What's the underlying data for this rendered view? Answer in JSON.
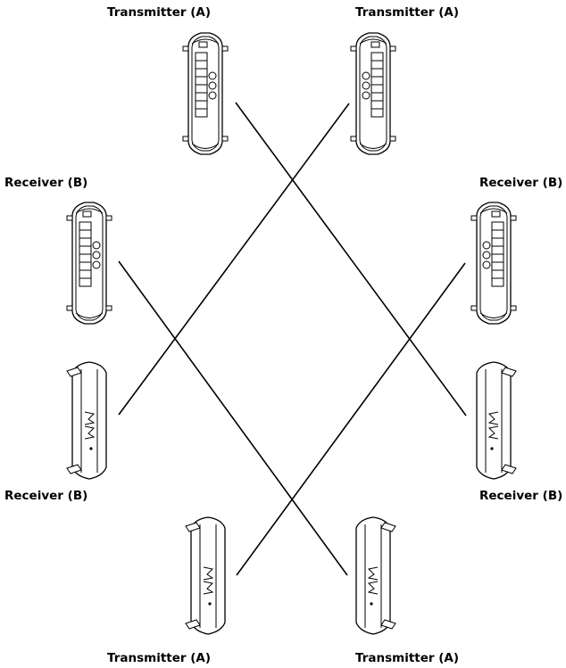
{
  "labels": {
    "top_left": "Transmitter (A)",
    "top_right": "Transmitter (A)",
    "mid_left_upper": "Receiver (B)",
    "mid_right_upper": "Receiver (B)",
    "mid_left_lower": "Receiver (B)",
    "mid_right_lower": "Receiver (B)",
    "bottom_left": "Transmitter (A)",
    "bottom_right": "Transmitter (A)"
  },
  "colors": {
    "line": "#000000",
    "background": "#ffffff"
  },
  "devices": [
    {
      "role": "transmitter",
      "view": "front",
      "position": "top-left"
    },
    {
      "role": "transmitter",
      "view": "front",
      "position": "top-right"
    },
    {
      "role": "receiver",
      "view": "front",
      "position": "middle-left-upper"
    },
    {
      "role": "receiver",
      "view": "front",
      "position": "middle-right-upper"
    },
    {
      "role": "receiver",
      "view": "side",
      "position": "middle-left-lower"
    },
    {
      "role": "receiver",
      "view": "side",
      "position": "middle-right-lower"
    },
    {
      "role": "transmitter",
      "view": "side",
      "position": "bottom-left"
    },
    {
      "role": "transmitter",
      "view": "side",
      "position": "bottom-right"
    }
  ],
  "beams": [
    {
      "from": "top-left",
      "to": "middle-right-lower"
    },
    {
      "from": "top-right",
      "to": "middle-left-lower"
    },
    {
      "from": "middle-left-upper",
      "to": "bottom-right"
    },
    {
      "from": "middle-right-upper",
      "to": "bottom-left"
    }
  ]
}
